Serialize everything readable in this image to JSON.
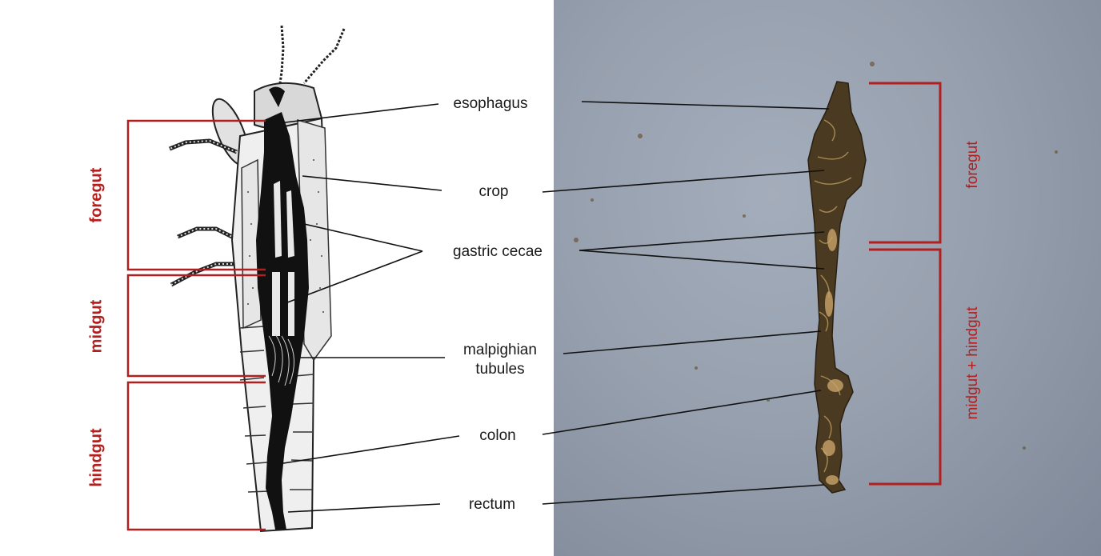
{
  "left_labels": {
    "foregut": "foregut",
    "midgut": "midgut",
    "hindgut": "hindgut"
  },
  "center_labels": {
    "esophagus": "esophagus",
    "crop": "crop",
    "gastric_cecae": "gastric cecae",
    "malpighian_line1": "malpighian",
    "malpighian_line2": "tubules",
    "colon": "colon",
    "rectum": "rectum"
  },
  "right_labels": {
    "foregut": "foregut",
    "midgut_hindgut": "midgut + hindgut"
  },
  "colors": {
    "bracket": "#b11f1f",
    "leader_line": "#111111",
    "photo_background": "#97a0ae",
    "specimen": "#4a3a22"
  }
}
